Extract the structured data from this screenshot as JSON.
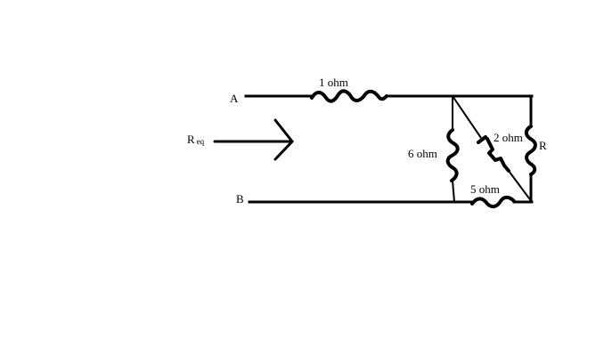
{
  "terminals": {
    "a": "A",
    "b": "B"
  },
  "req": {
    "main": "R",
    "sub": "eq"
  },
  "resistors": {
    "r1": "1 ohm",
    "r6": "6 ohm",
    "r2": "2 ohm",
    "r5": "5 ohm",
    "rr": "R"
  },
  "colors": {
    "ink": "#000000",
    "background": "#ffffff"
  }
}
